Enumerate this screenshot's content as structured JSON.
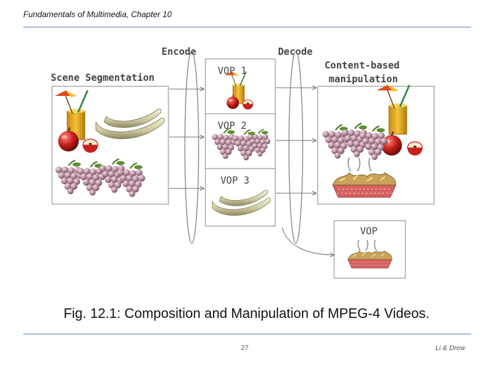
{
  "header": {
    "title": "Fundamentals of Multimedia, Chapter 10"
  },
  "figure": {
    "labels": {
      "encode": "Encode",
      "decode": "Decode",
      "scene_segmentation": "Scene Segmentation",
      "content_based_line1": "Content-based",
      "content_based_line2": "manipulation",
      "vop1": "VOP 1",
      "vop2": "VOP 2",
      "vop3": "VOP 3",
      "vop": "VOP"
    },
    "caption": "Fig. 12.1: Composition and Manipulation of MPEG-4 Videos."
  },
  "footer": {
    "page_number": "27",
    "authors": "Li & Drew"
  },
  "colors": {
    "rule": "#5b86b3",
    "grapes": "#b68a9e",
    "apple": "#c8201e",
    "banana": "#cdc8a0",
    "juice": "#e8b020",
    "basket": "#c9a35a",
    "basket_base": "#d56060"
  }
}
